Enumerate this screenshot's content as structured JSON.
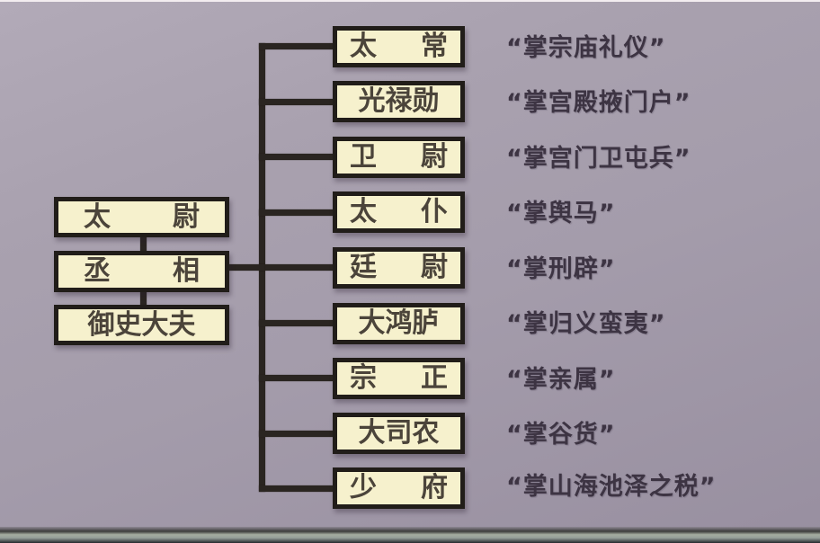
{
  "diagram": {
    "title_semantic": "han-dynasty-three-lords-nine-ministers-org-chart",
    "top_officials": [
      {
        "name": "太尉"
      },
      {
        "name": "丞相"
      },
      {
        "name": "御史大夫"
      }
    ],
    "ministers": [
      {
        "name": "太常",
        "duty": "“掌宗庙礼仪”"
      },
      {
        "name": "光禄勋",
        "duty": "“掌宫殿掖门户”"
      },
      {
        "name": "卫尉",
        "duty": "“掌宫门卫屯兵”"
      },
      {
        "name": "太仆",
        "duty": "“掌舆马”"
      },
      {
        "name": "廷尉",
        "duty": "“掌刑辟”"
      },
      {
        "name": "大鸿胪",
        "duty": "“掌归义蛮夷”"
      },
      {
        "name": "宗正",
        "duty": "“掌亲属”"
      },
      {
        "name": "大司农",
        "duty": "“掌谷货”"
      },
      {
        "name": "少府",
        "duty": "“掌山海池泽之税”"
      }
    ],
    "colors": {
      "background": "#a49cab",
      "box_fill": "#f6f1cd",
      "box_border": "#211d19",
      "box_text": "#4b443a",
      "duty_text": "#3d3443",
      "line": "#2a2521"
    }
  }
}
